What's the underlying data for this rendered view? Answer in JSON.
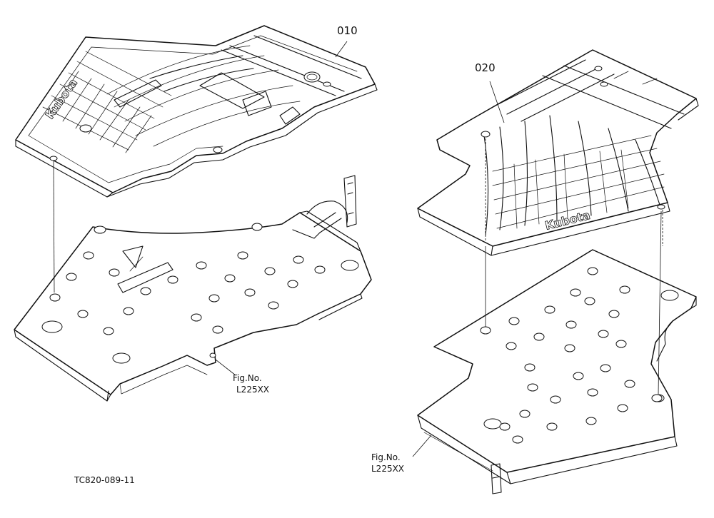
{
  "parts": [
    {
      "ref": "010",
      "description_text": ""
    },
    {
      "ref": "020",
      "description_text": ""
    }
  ],
  "references": [
    {
      "label": "Fig.No.",
      "code": "L225XX"
    },
    {
      "label": "Fig.No.",
      "code": "L225XX"
    }
  ],
  "drawing_code": "TC820-089-11",
  "logo_text": "Kubota"
}
